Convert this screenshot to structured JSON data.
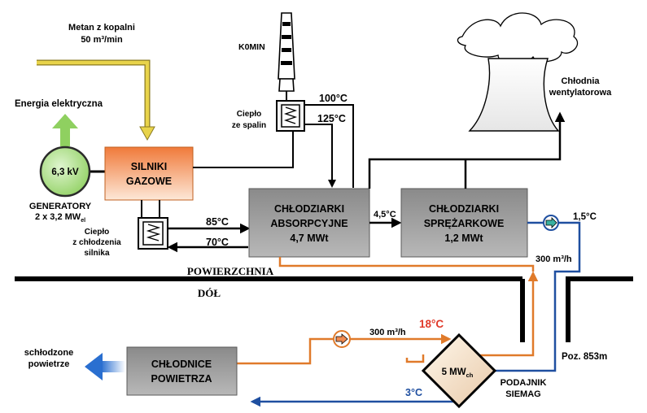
{
  "methane": {
    "line1": "Metan z kopalni",
    "line2": "50 m³/min"
  },
  "power_label": "Energia elektryczna",
  "generator": {
    "voltage": "6,3 kV",
    "label1": "GENERATORY",
    "label2": "2 x 3,2 MW",
    "label2_sub": "el"
  },
  "engines": {
    "line1": "SILNIKI",
    "line2": "GAZOWE"
  },
  "engine_cooling_hx": {
    "line1": "Ciepło",
    "line2": "z chłodzenia",
    "line3": "silnika"
  },
  "chimney_label": "K0MIN",
  "exhaust_hx": {
    "line1": "Ciepło",
    "line2": "ze spalin"
  },
  "temps": {
    "exhaust_out": "100°C",
    "exhaust_in": "125°C",
    "engine_hot": "85°C",
    "engine_return": "70°C",
    "between_chillers": "4,5°C",
    "after_pump": "1,5°C",
    "exchanger_hot": "18°C",
    "exchanger_cold": "3°C"
  },
  "absorption_chillers": {
    "line1": "CHŁODZIARKI",
    "line2": "ABSORPCYJNE",
    "line3": "4,7 MWt"
  },
  "compressor_chillers": {
    "line1": "CHŁODZIARKI",
    "line2": "SPRĘŻARKOWE",
    "line3": "1,2 MWt"
  },
  "cooling_tower": {
    "line1": "Chłodnia",
    "line2": "wentylatorowa"
  },
  "flow_surface": "300 m³/h",
  "flow_underground": "300 m³/h",
  "surface_label": "POWIERZCHNIA",
  "underground_label": "DÓŁ",
  "air_coolers": {
    "line1": "CHŁODNICE",
    "line2": "POWIETRZA"
  },
  "cooled_air": {
    "line1": "schłodzone",
    "line2": "powietrze"
  },
  "feeder": {
    "power": "5 MW",
    "power_sub": "ch",
    "label1": "PODAJNIK",
    "label2": "SIEMAG"
  },
  "level_label": "Poz. 853m",
  "colors": {
    "hot_water": "#e07a2a",
    "cold_water": "#1f4fa0",
    "methane": "#e8d34a",
    "power": "#8fd060",
    "box_gray": "#7a7a7a"
  }
}
